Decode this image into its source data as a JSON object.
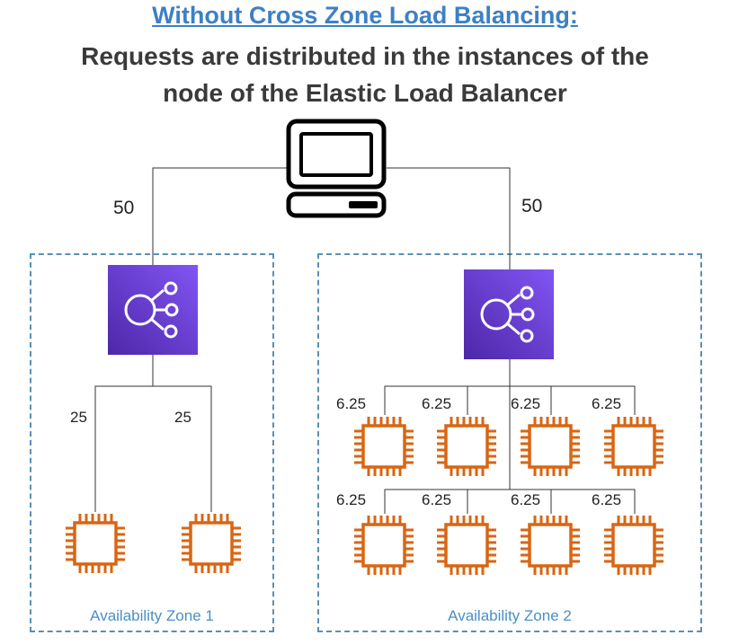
{
  "title": "Without Cross Zone Load Balancing:",
  "subtitle_line1": "Requests are distributed in the instances of the",
  "subtitle_line2": "node of the Elastic Load Balancer",
  "client": {
    "icon": "computer-icon"
  },
  "traffic": {
    "left": "50",
    "right": "50"
  },
  "zones": [
    {
      "label": "Availability Zone 1",
      "load_balancer_icon": "elastic-load-balancer-icon",
      "instance_icon": "ec2-instance-icon",
      "instance_shares": [
        "25",
        "25"
      ]
    },
    {
      "label": "Availability Zone 2",
      "load_balancer_icon": "elastic-load-balancer-icon",
      "instance_icon": "ec2-instance-icon",
      "instance_shares_row1": [
        "6.25",
        "6.25",
        "6.25",
        "6.25"
      ],
      "instance_shares_row2": [
        "6.25",
        "6.25",
        "6.25",
        "6.25"
      ]
    }
  ],
  "colors": {
    "title": "#3d80c4",
    "zone_border": "#5b8fb5",
    "zone_label": "#4a8fc4",
    "elb_gradient_start": "#4d27a8",
    "elb_gradient_end": "#8155f4",
    "ec2": "#d86613"
  }
}
